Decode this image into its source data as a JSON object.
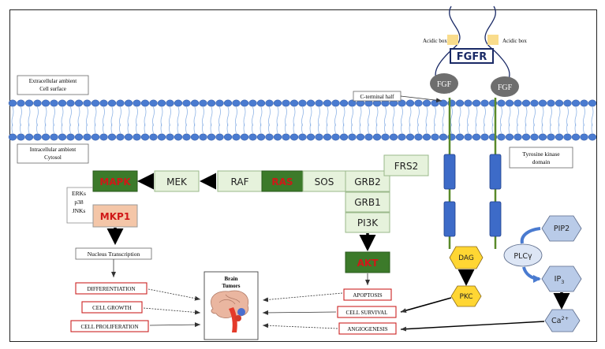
{
  "membrane": {
    "extracellular": [
      "Extracellular ambient",
      "Cell surface"
    ],
    "intracellular": [
      "Intracellular ambient",
      "Cytosol"
    ]
  },
  "receptor": {
    "name": "FGFR",
    "acidic_box_left": "Acidic box",
    "acidic_box_right": "Acidic box",
    "ligand_left": "FGF",
    "ligand_right": "FGF",
    "c_terminal": "C-terminal half",
    "kinase_domain": [
      "Tyrosine kinase",
      "domain"
    ]
  },
  "nodes": {
    "mapk": "MAPK",
    "mek": "MEK",
    "raf": "RAF",
    "ras": "RAS",
    "sos": "SOS",
    "grb2": "GRB2",
    "frs2": "FRS2",
    "grb1": "GRB1",
    "pi3k": "PI3K",
    "akt": "AKT",
    "mkp1": "MKP1",
    "dag": "DAG",
    "pkc": "PKC",
    "plc": "PLCγ",
    "pip2": "PIP2",
    "ip3": "IP",
    "ip3_sub": "3",
    "ca": "Ca",
    "ca_sup": "2+"
  },
  "mapk_types": [
    "ERKs",
    "p38",
    "JNKs"
  ],
  "nucleus": "Nucleus Transcription",
  "outcomes": {
    "differentiation": "DIFFERENTIATION",
    "cell_growth": "CELL GROWTH",
    "cell_proliferation": "CELL PROLIFERATION",
    "apoptosis": "APOPTOSIS",
    "cell_survival": "CELL SURVIVAL",
    "angiogenesis": "ANGIOGENESIS"
  },
  "brain": [
    "Brain",
    "Tumors"
  ],
  "colors": {
    "dark_green": "#3c7a2a",
    "light_green": "#e6f2dc",
    "salmon": "#f4c6a8",
    "red_text": "#d01818",
    "membrane_blue": "#4a7bd0",
    "hex_yellow": "#ffd633",
    "hex_blue": "#b9cbe8",
    "kinase_blue": "#3d6bc8",
    "outcome_red": "#cc2222"
  }
}
